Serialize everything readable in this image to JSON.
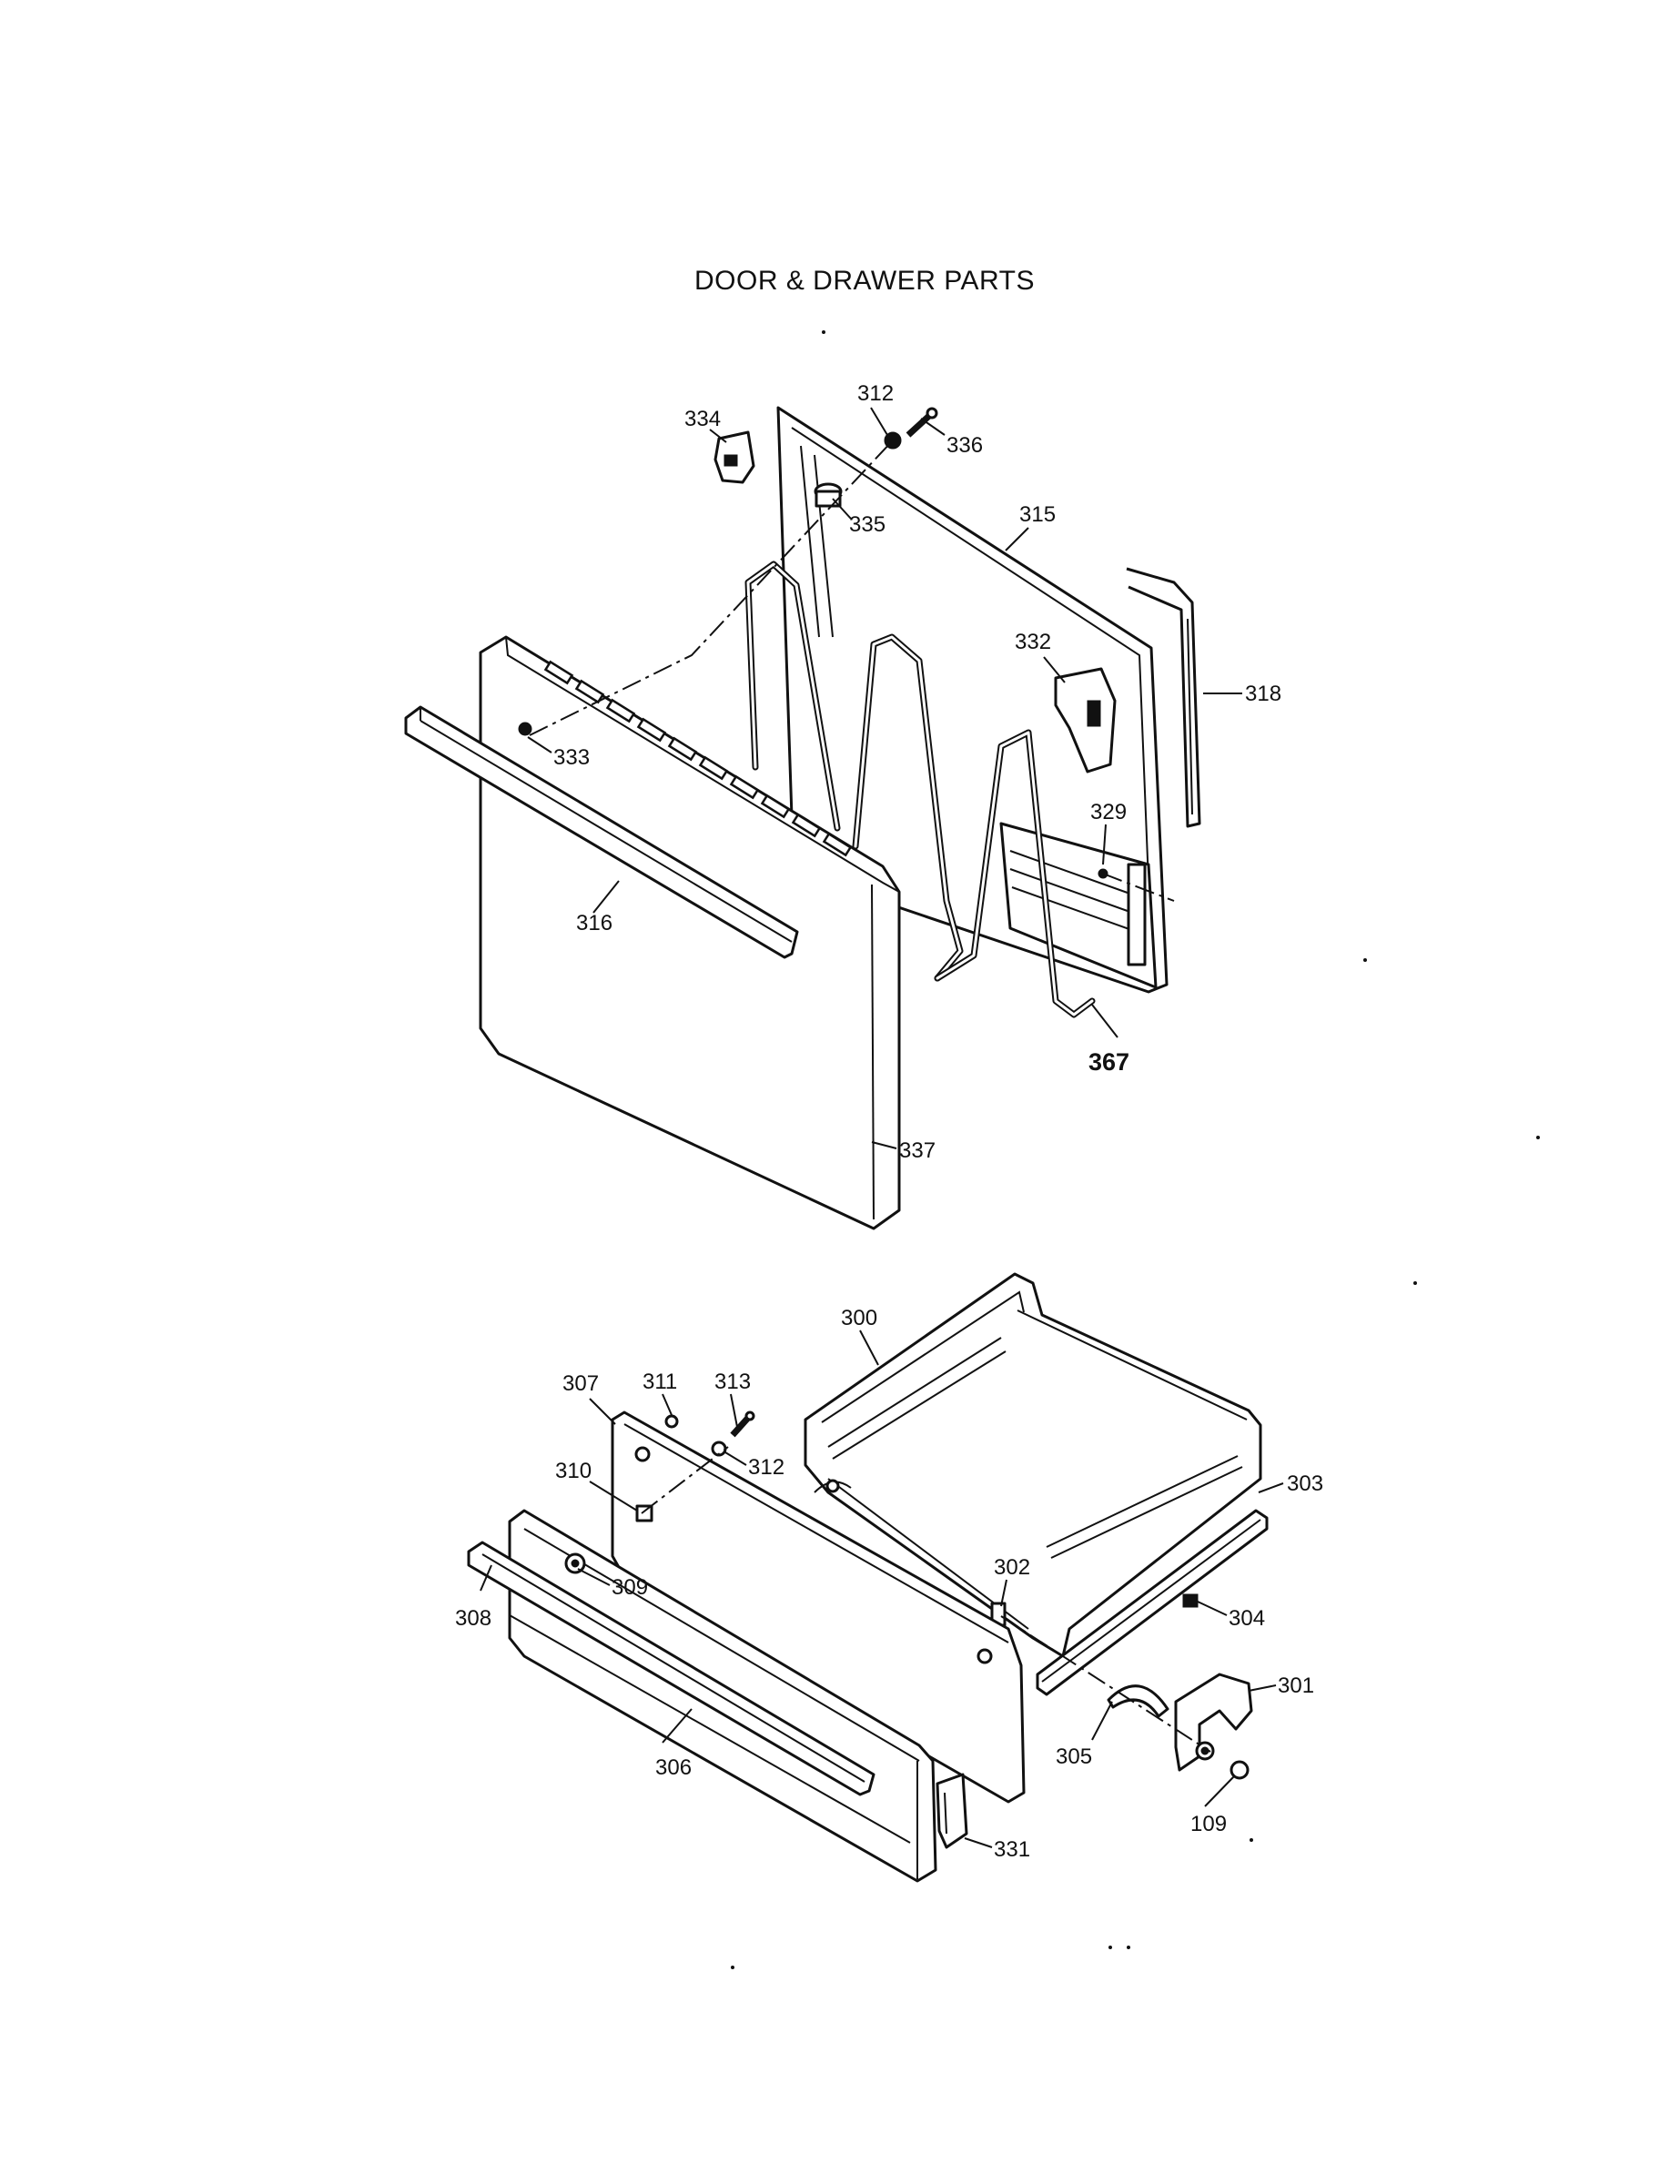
{
  "title": "DOOR & DRAWER PARTS",
  "labels": {
    "p334": "334",
    "p312a": "312",
    "p336": "336",
    "p335": "335",
    "p315": "315",
    "p318": "318",
    "p332": "332",
    "p333": "333",
    "p329": "329",
    "p316": "316",
    "p367": "367",
    "p337": "337",
    "p300": "300",
    "p307": "307",
    "p311": "311",
    "p313": "313",
    "p312b": "312",
    "p310": "310",
    "p303": "303",
    "p302": "302",
    "p309": "309",
    "p308": "308",
    "p304": "304",
    "p301": "301",
    "p305": "305",
    "p306": "306",
    "p109": "109",
    "p331": "331"
  }
}
